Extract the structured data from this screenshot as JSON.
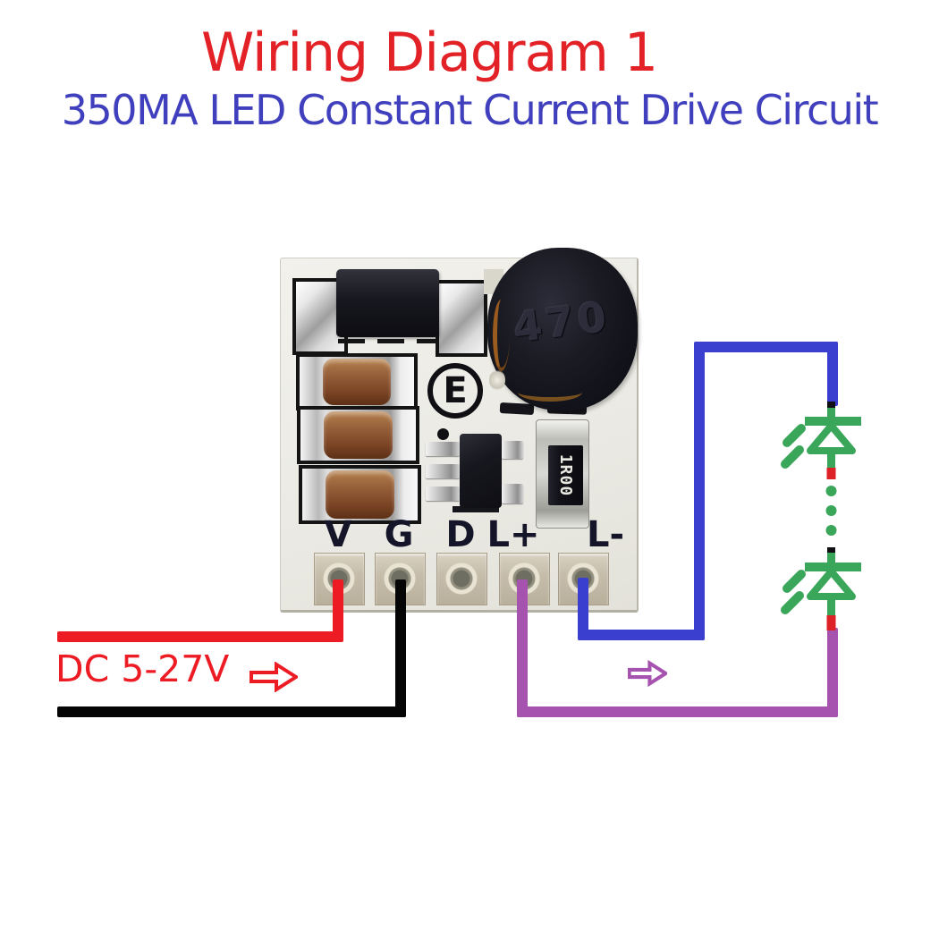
{
  "header": {
    "title": "Wiring Diagram 1",
    "subtitle": "350MA LED Constant Current Drive Circuit"
  },
  "board": {
    "pin_labels": [
      "V",
      "G",
      "D",
      "L+",
      "L-"
    ],
    "inductor_label": "470",
    "resistor_label": "1R00",
    "logo_label": "E"
  },
  "annotations": {
    "input_label": "DC 5-27V",
    "input_arrow": "right-arrow",
    "output_arrow": "right-arrow"
  },
  "led_string": {
    "leds_shown": 2,
    "series_dots": 3
  },
  "colors": {
    "title_red": "#E32228",
    "subtitle_blue": "#4040BE",
    "wire_red": "#ED1C24",
    "wire_black": "#050505",
    "wire_blue": "#3B3FD0",
    "wire_purple": "#A653B0",
    "led_green": "#3AA65A",
    "led_tip_red": "#DE2126",
    "silkscreen": "#15151C"
  }
}
